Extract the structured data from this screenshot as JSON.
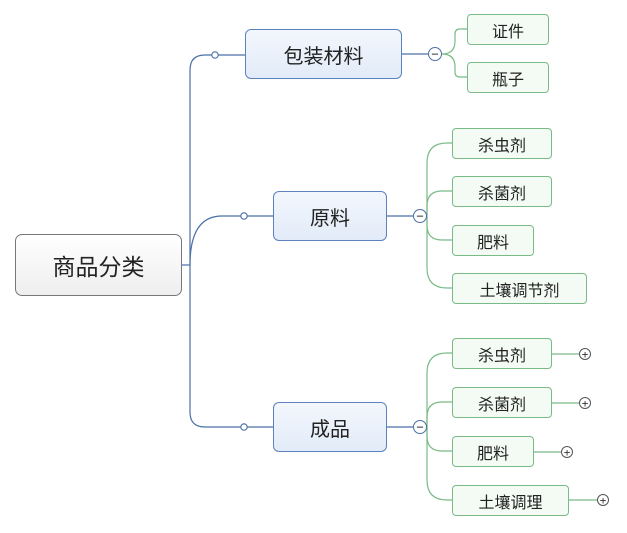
{
  "root": {
    "label": "商品分类",
    "color": "#777777"
  },
  "categories": [
    {
      "label": "包装材料",
      "children": [
        {
          "label": "证件"
        },
        {
          "label": "瓶子"
        }
      ]
    },
    {
      "label": "原料",
      "children": [
        {
          "label": "杀虫剂"
        },
        {
          "label": "杀菌剂"
        },
        {
          "label": "肥料"
        },
        {
          "label": "土壤调节剂"
        }
      ]
    },
    {
      "label": "成品",
      "children": [
        {
          "label": "杀虫剂",
          "collapsed": true
        },
        {
          "label": "杀菌剂",
          "collapsed": true
        },
        {
          "label": "肥料",
          "collapsed": true
        },
        {
          "label": "土壤调理",
          "collapsed": true
        }
      ]
    }
  ],
  "colors": {
    "category_line": "#4a6fa8",
    "leaf_line": "#79bb86",
    "leaf_border": "#79bb86"
  },
  "icons": {
    "collapse": "minus-circle-icon",
    "expand": "plus-circle-icon"
  },
  "symbols": {
    "collapse": "−",
    "expand": "+"
  }
}
